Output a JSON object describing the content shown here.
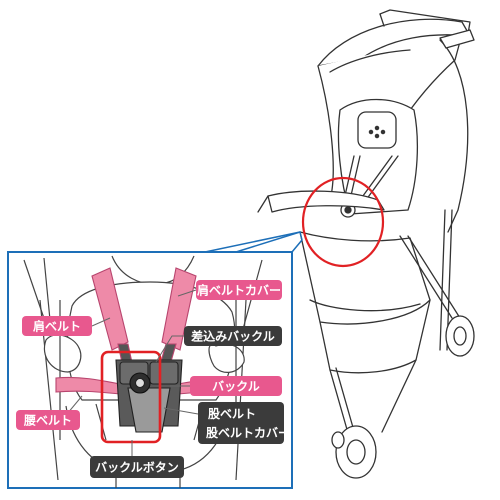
{
  "labels": {
    "shoulder_belt_cover": "肩ベルトカバー",
    "shoulder_belt": "肩ベルト",
    "insert_buckle": "差込みバックル",
    "buckle": "バックル",
    "waist_belt": "腰ベルト",
    "crotch_belt": "股ベルト",
    "crotch_belt_cover": "股ベルトカバー",
    "buckle_button": "バックルボタン"
  },
  "colors": {
    "callout_pink": "#e8588e",
    "belt_pink": "#ee8aa8",
    "highlight_red": "#e12124",
    "inset_border": "#1d6fb8",
    "dark_label": "#3b3b3b",
    "buckle_dark": "#4a4a4a"
  }
}
